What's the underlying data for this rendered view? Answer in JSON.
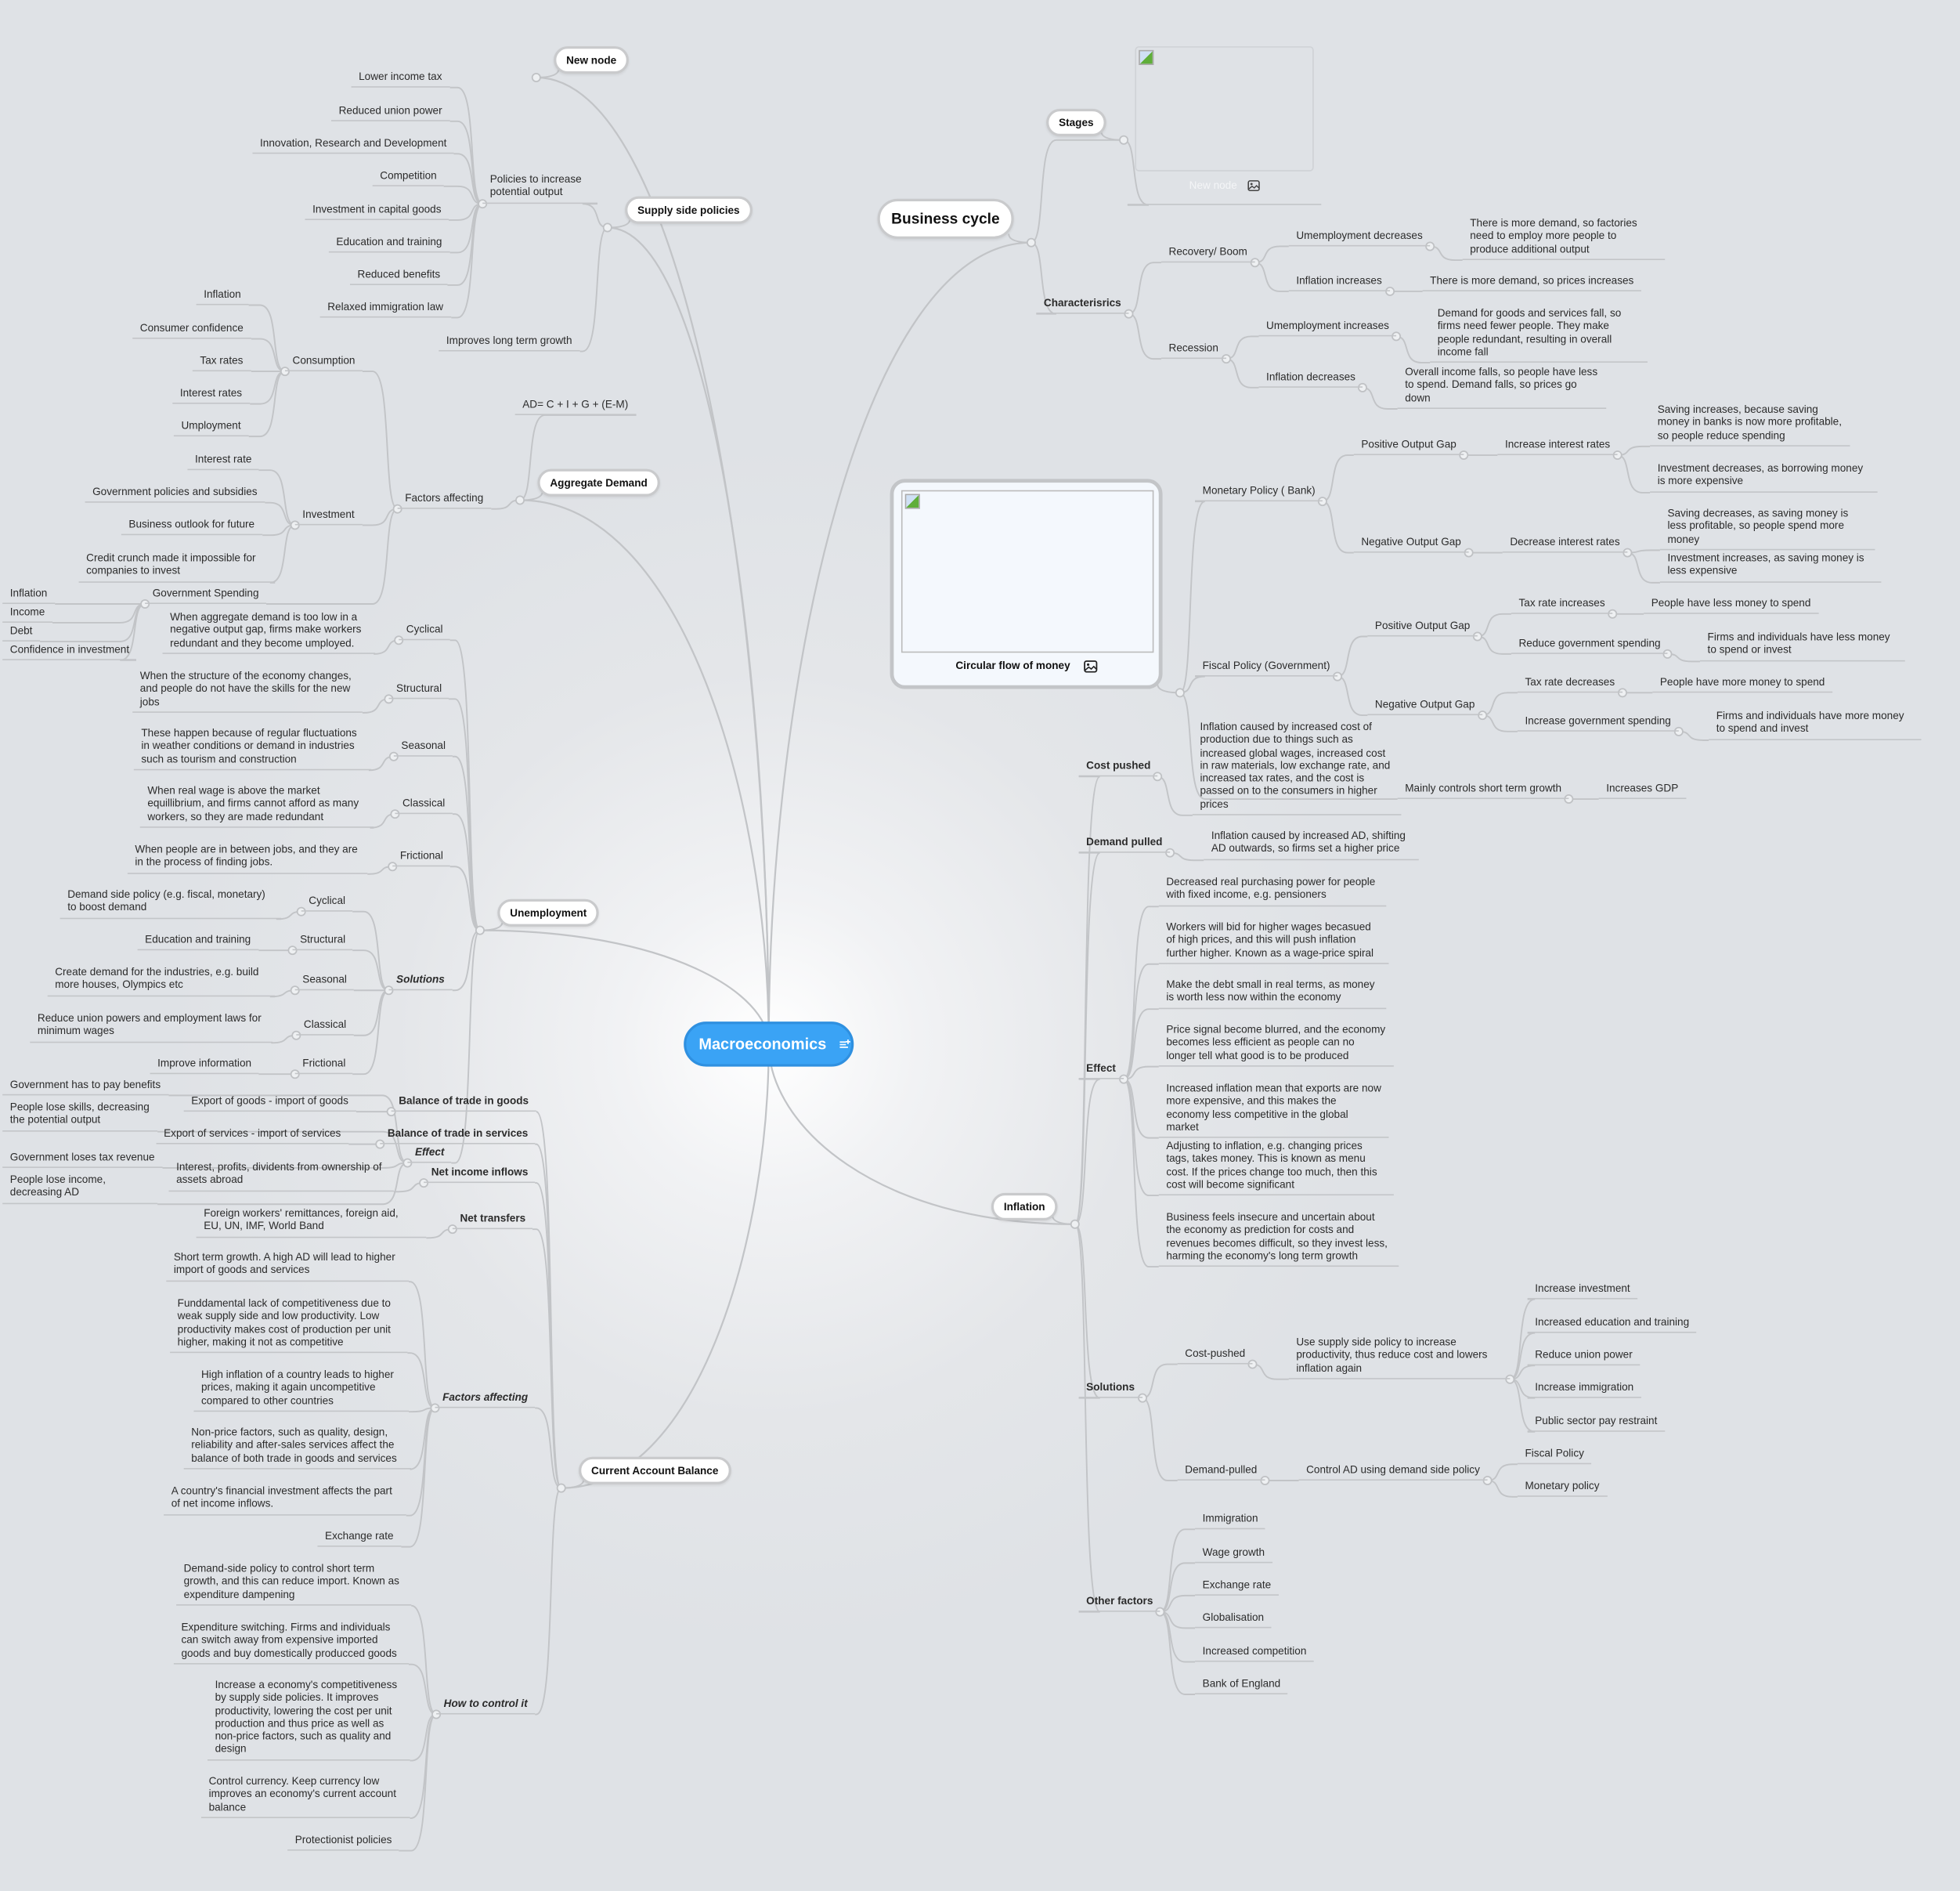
{
  "root": {
    "label": "Macroeconomics",
    "icon": "add-note-icon",
    "color": "#3aa3f5"
  },
  "business_cycle": {
    "label": "Business cycle",
    "stages": {
      "label": "Stages",
      "image_node": {
        "label": "New node",
        "icon": "image-icon"
      }
    },
    "characteristics": {
      "label": "Characterisrics",
      "recovery": {
        "label": "Recovery/ Boom",
        "unemployment": {
          "label": "Umemployment decreases",
          "detail": "There is more demand, so factories need to employ more people to produce additional output"
        },
        "inflation": {
          "label": "Inflation increases",
          "detail": "There is more demand, so prices increases"
        }
      },
      "recession": {
        "label": "Recession",
        "unemployment": {
          "label": "Umemployment increases",
          "detail": "Demand for goods and services fall, so firms need fewer people. They make people redundant, resulting in overall income fall"
        },
        "inflation": {
          "label": "Inflation decreases",
          "detail": "Overall income falls, so people have less to spend. Demand falls, so prices go down"
        }
      }
    }
  },
  "circular_flow": {
    "label": "Circular flow of money",
    "icon": "image-icon",
    "monetary": {
      "label": "Monetary Policy ( Bank)",
      "positive": {
        "label": "Positive Output Gap",
        "action": "Increase interest rates",
        "effects": [
          "Saving increases, because saving money in banks is now more profitable, so people reduce spending",
          "Investment decreases, as borrowing money is more expensive"
        ]
      },
      "negative": {
        "label": "Negative Output Gap",
        "action": "Decrease interest rates",
        "effects": [
          "Saving decreases, as saving money is less profitable, so people spend more money",
          "Investment increases, as saving money is less expensive"
        ]
      }
    },
    "fiscal": {
      "label": "Fiscal Policy (Government)",
      "positive": {
        "label": "Positive Output Gap",
        "actions": [
          {
            "label": "Tax rate increases",
            "effect": "People have less money to spend"
          },
          {
            "label": "Reduce government spending",
            "effect": "Firms and individuals have less money to spend or invest"
          }
        ]
      },
      "negative": {
        "label": "Negative Output Gap",
        "actions": [
          {
            "label": "Tax rate decreases",
            "effect": "People have more money to spend"
          },
          {
            "label": "Increase government spending",
            "effect": "Firms and individuals have more money to spend and invest"
          }
        ]
      }
    },
    "short_term": {
      "label": "Mainly controls short term growth",
      "effect": "Increases GDP"
    }
  },
  "inflation": {
    "label": "Inflation",
    "cost_pushed": {
      "label": "Cost pushed",
      "detail": "Inflation caused by increased cost of production due to things such as increased global wages, increased cost in raw materials, low exchange rate, and increased tax rates, and the cost is passed on to the consumers in higher prices"
    },
    "demand_pulled": {
      "label": "Demand pulled",
      "detail": "Inflation caused by increased AD, shifting AD outwards, so firms set a higher price"
    },
    "effect": {
      "label": "Effect",
      "items": [
        "Decreased real purchasing power for people with fixed income, e.g. pensioners",
        "Workers will bid for higher wages becasued of high prices, and this will push inflation further higher. Known as a wage-price spiral",
        "Make the debt small in real terms, as money is worth less now within the economy",
        "Price signal become blurred, and the economy becomes less efficient as people can no longer tell what good is to be produced",
        "Increased inflation mean that exports are now more expensive, and this makes the economy less competitive in the global market",
        "Adjusting to inflation, e.g. changing prices tags, takes money. This is known as menu cost. If the prices change too much, then this cost will become significant",
        "Business feels insecure and uncertain about the economy as prediction for costs and revenues becomes difficult, so they invest less, harming the economy's long term growth"
      ]
    },
    "solutions": {
      "label": "Solutions",
      "cost": {
        "label": "Cost-pushed",
        "policy": "Use supply side policy to increase productivity, thus reduce cost and lowers inflation again",
        "items": [
          "Increase investment",
          "Increased education and training",
          "Reduce union power",
          "Increase immigration",
          "Public sector pay restraint"
        ]
      },
      "demand": {
        "label": "Demand-pulled",
        "policy": "Control AD using demand side policy",
        "items": [
          "Fiscal Policy",
          "Monetary policy"
        ]
      }
    },
    "other": {
      "label": "Other factors",
      "items": [
        "Immigration",
        "Wage growth",
        "Exchange rate",
        "Globalisation",
        "Increased competition",
        "Bank of England"
      ]
    }
  },
  "new_node": {
    "label": "New node"
  },
  "supply_side": {
    "label": "Supply side policies",
    "policies": {
      "label": "Policies to increase potential output",
      "items": [
        "Lower income tax",
        "Reduced union power",
        "Innovation, Research and Development",
        "Competition",
        "Investment in capital goods",
        "Education and training",
        "Reduced benefits",
        "Relaxed immigration law"
      ]
    },
    "growth": "Improves long term growth"
  },
  "aggregate_demand": {
    "label": "Aggregate Demand",
    "formula": "AD= C + I + G + (E-M)",
    "factors": {
      "label": "Factors affecting",
      "consumption": {
        "label": "Consumption",
        "items": [
          "Inflation",
          "Consumer confidence",
          "Tax rates",
          "Interest rates",
          "Umployment"
        ]
      },
      "investment": {
        "label": "Investment",
        "items": [
          "Interest rate",
          "Government policies and subsidies",
          "Business outlook for future",
          "Credit crunch made it impossible for companies to invest"
        ]
      },
      "government": {
        "label": "Government Spending",
        "items": [
          "Inflation",
          "Income",
          "Debt",
          "Confidence in investment"
        ]
      }
    }
  },
  "unemployment": {
    "label": "Unemployment",
    "types": [
      {
        "label": "Cyclical",
        "detail": "When aggregate demand is too low in a negative output gap, firms make workers redundant and they become umployed."
      },
      {
        "label": "Structural",
        "detail": "When the structure of the economy changes, and people do not have the skills for the new jobs"
      },
      {
        "label": "Seasonal",
        "detail": "These happen because of regular fluctuations in weather conditions or demand in industries such as tourism and construction"
      },
      {
        "label": "Classical",
        "detail": "When real wage is above the market equillibrium, and firms cannot afford as many workers, so they are made redundant"
      },
      {
        "label": "Frictional",
        "detail": "When people are in between jobs, and they are in the process of finding jobs."
      }
    ],
    "solutions": {
      "label": "Solutions",
      "items": [
        {
          "label": "Cyclical",
          "detail": "Demand side policy (e.g. fiscal, monetary) to boost demand"
        },
        {
          "label": "Structural",
          "detail": "Education and training"
        },
        {
          "label": "Seasonal",
          "detail": "Create demand for the industries, e.g. build more houses, Olympics etc"
        },
        {
          "label": "Classical",
          "detail": "Reduce union powers and employment laws for minimum wages"
        },
        {
          "label": "Frictional",
          "detail": "Improve information"
        }
      ]
    },
    "effect": {
      "label": "Effect",
      "items": [
        "Government has to pay benefits",
        "People lose skills, decreasing the potential output",
        "Government loses tax revenue",
        "People lose income, decreasing AD"
      ]
    }
  },
  "current_account": {
    "label": "Current Account Balance",
    "components": [
      {
        "label": "Balance of trade in goods",
        "detail": "Export of goods - import of goods"
      },
      {
        "label": "Balance of trade in services",
        "detail": "Export of services - import of services"
      },
      {
        "label": "Net income inflows",
        "detail": "Interest, profits, dividents from ownership of assets abroad"
      },
      {
        "label": "Net transfers",
        "detail": "Foreign workers' remittances, foreign aid, EU, UN, IMF, World Band"
      }
    ],
    "factors": {
      "label": "Factors affecting",
      "items": [
        "Short term growth. A high AD will lead to higher import of goods and services",
        "Funddamental lack of competitiveness due to weak supply side and low productivity. Low productivity makes cost of production per unit higher, making it not as competitive",
        "High inflation of a country leads to higher prices, making it again uncompetitive compared to other countries",
        "Non-price factors, such as quality, design, reliability and after-sales services affect the balance of both trade in goods and services",
        "A country's financial investment affects the part of net income inflows.",
        "Exchange rate"
      ]
    },
    "control": {
      "label": "How to control it",
      "items": [
        "Demand-side policy to control short term growth, and this can reduce import. Known as expenditure dampening",
        "Expenditure switching. Firms and individuals can switch away from expensive imported goods and buy domestically producced goods",
        "Increase a economy's competitiveness by supply side policies. It improves productivity, lowering the cost per unit production and thus price as well as non-price factors, such as quality and design",
        "Control currency. Keep currency low improves an economy's current account balance",
        "Protectionist policies"
      ]
    }
  }
}
